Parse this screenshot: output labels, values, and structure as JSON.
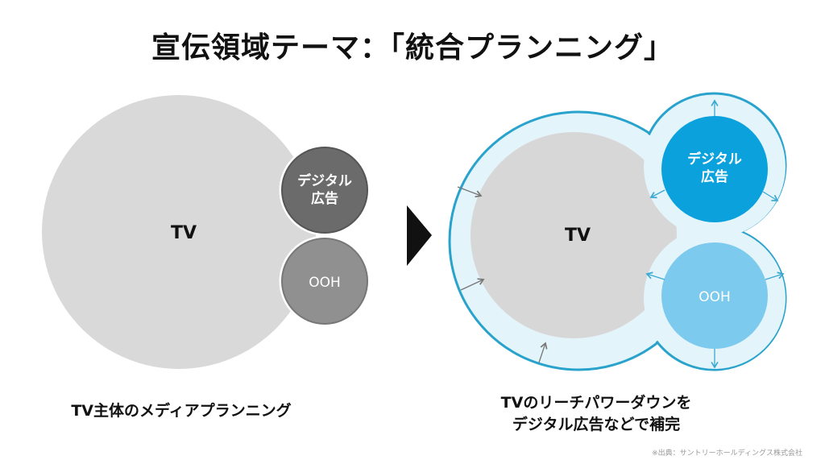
{
  "title": "宣伝領域テーマ：「統合プランニング」",
  "left": {
    "tv": "TV",
    "digital_line1": "デジタル",
    "digital_line2": "広告",
    "ooh": "OOH",
    "caption": "TV主体のメディアプランニング"
  },
  "right": {
    "tv": "TV",
    "digital_line1": "デジタル",
    "digital_line2": "広告",
    "ooh": "OOH",
    "caption_line1": "TVのリーチパワーダウンを",
    "caption_line2": "デジタル広告などで補完"
  },
  "source": "※出典：サントリーホールディングス株式会社",
  "colors": {
    "tv_gray": "#d9d9d9",
    "digital_gray": "#6b6b6b",
    "ooh_gray": "#909090",
    "digital_blue": "#0aa1dc",
    "ooh_blue": "#7ccaed",
    "halo": "#e3f4fb",
    "outline": "#29a3cc"
  }
}
